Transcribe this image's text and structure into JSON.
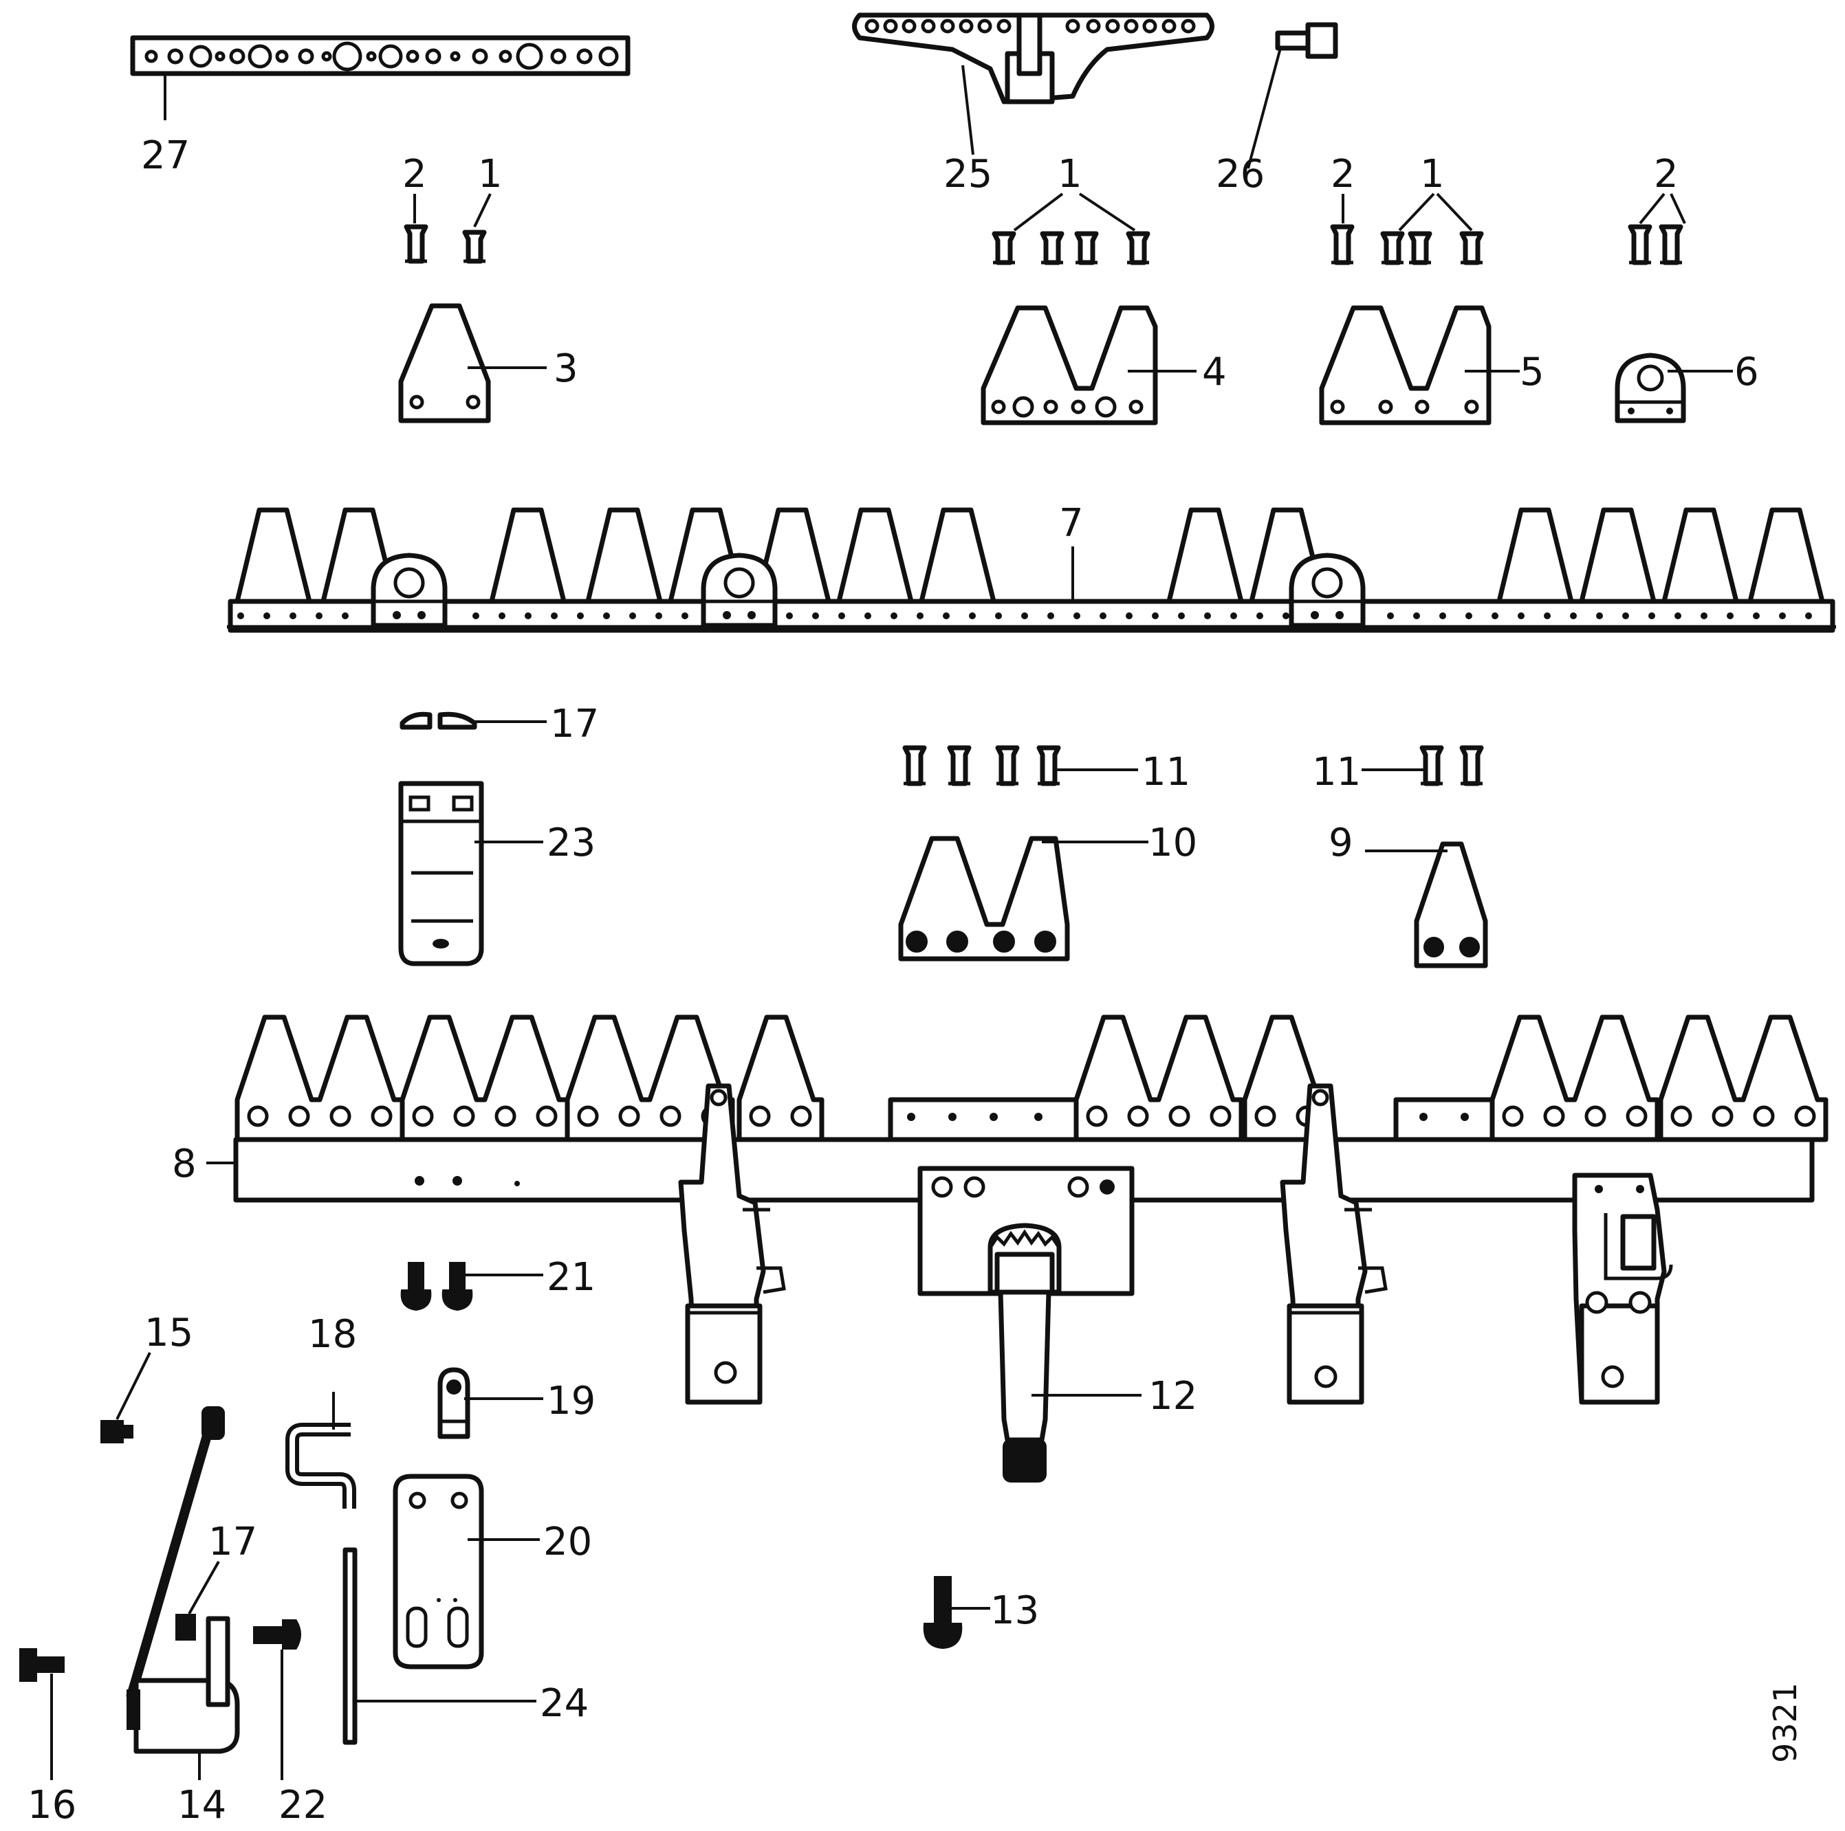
{
  "labels": {
    "p1": "1",
    "p2": "2",
    "p3": "3",
    "p4": "4",
    "p5": "5",
    "p6": "6",
    "p7": "7",
    "p8": "8",
    "p9": "9",
    "p10": "10",
    "p11": "11",
    "p12": "12",
    "p13": "13",
    "p14": "14",
    "p15": "15",
    "p16": "16",
    "p17": "17",
    "p18": "18",
    "p19": "19",
    "p20": "20",
    "p21": "21",
    "p22": "22",
    "p23": "23",
    "p24": "24",
    "p25": "25",
    "p26": "26",
    "p27": "27"
  },
  "figure_number": "9321"
}
